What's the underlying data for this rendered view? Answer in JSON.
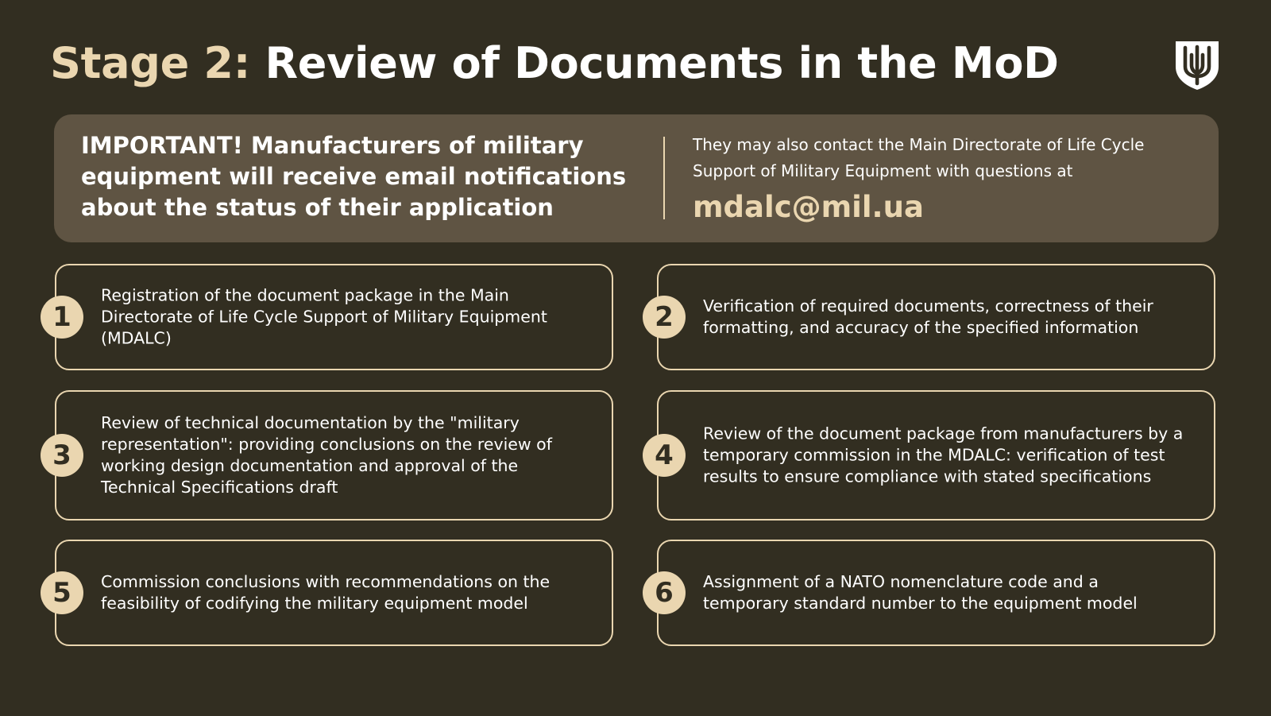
{
  "header": {
    "title_stage": "Stage 2:",
    "title_rest": "Review of Documents in the MoD"
  },
  "logo": {
    "icon": "trident-shield-icon"
  },
  "notice": {
    "important_text": "IMPORTANT! Manufacturers of military equipment will receive email notifications about the status of their application",
    "contact_text": "They may also contact the Main Directorate of Life Cycle Support of Military Equipment with questions at",
    "email": "mdalc@mil.ua"
  },
  "steps": [
    {
      "number": "1",
      "text": "Registration of the document package in the Main Directorate of Life Cycle Support of Military Equipment (MDALC)"
    },
    {
      "number": "2",
      "text": "Verification of required documents, correctness of their formatting, and accuracy of the specified information"
    },
    {
      "number": "3",
      "text": "Review of technical documentation by the \"military representation\": providing conclusions on the review of working design documentation and approval of the Technical Specifications draft"
    },
    {
      "number": "4",
      "text": "Review of the document package from manufacturers by a temporary commission in the MDALC: verification of test results to ensure compliance with stated specifications"
    },
    {
      "number": "5",
      "text": "Commission conclusions with recommendations on the feasibility of codifying the military equipment model"
    },
    {
      "number": "6",
      "text": "Assignment of a NATO nomenclature code and a temporary standard number to the equipment model"
    }
  ],
  "colors": {
    "background": "#322e21",
    "panel": "#5f5443",
    "accent": "#ead6b0",
    "text": "#ffffff"
  }
}
